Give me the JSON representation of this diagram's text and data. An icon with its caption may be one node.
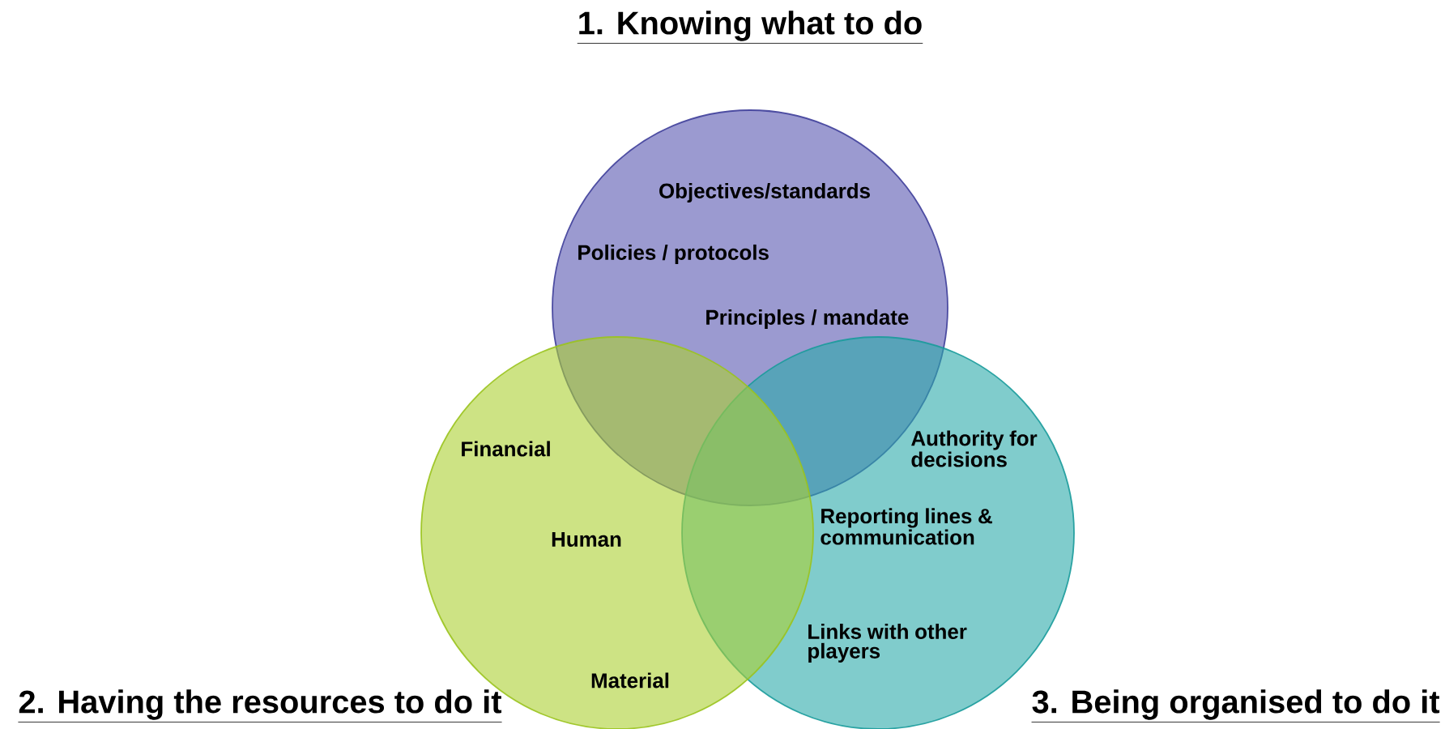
{
  "diagram": {
    "nodes": [
      {
        "text": [
          "1. Knowing what to do",
          "Objectives/standards",
          "Policies / protocols",
          "Principles / mandate"
        ]
      },
      {
        "text": [
          "2. Having the resources to do it",
          "Financial",
          "Human",
          "Material"
        ]
      },
      {
        "text": [
          "3. Being organised to do it",
          "Authority for decisions",
          "Reporting lines & communication",
          "Links with other players"
        ]
      }
    ]
  }
}
